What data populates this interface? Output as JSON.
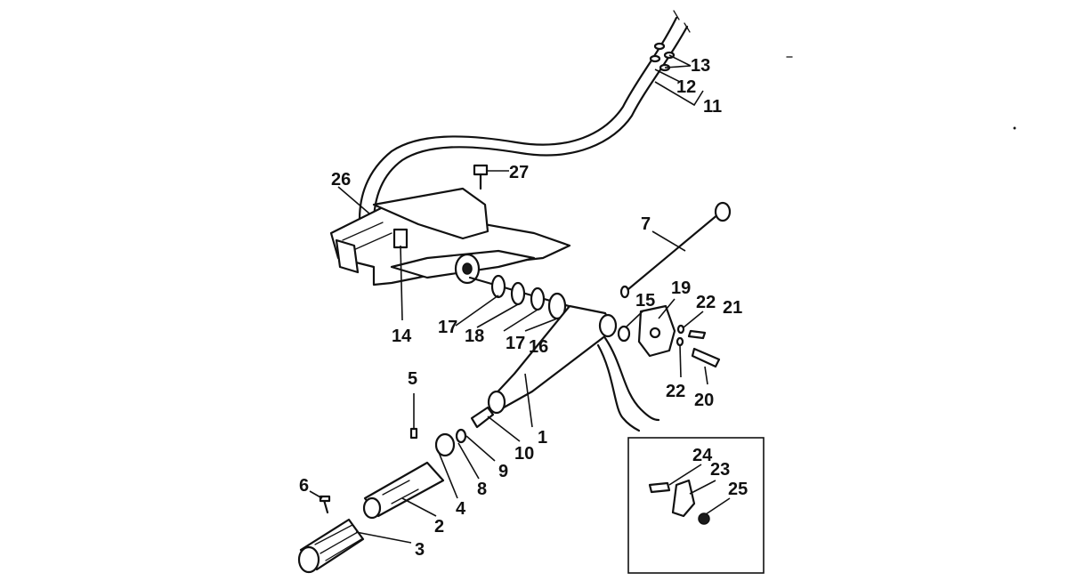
{
  "diagram": {
    "callouts": {
      "c1": "1",
      "c2": "2",
      "c3": "3",
      "c4": "4",
      "c5": "5",
      "c6": "6",
      "c7": "7",
      "c8": "8",
      "c9": "9",
      "c10": "10",
      "c11": "11",
      "c12": "12",
      "c13": "13",
      "c14": "14",
      "c15": "15",
      "c16": "16",
      "c17a": "17",
      "c17b": "17",
      "c18": "18",
      "c19": "19",
      "c20": "20",
      "c21": "21",
      "c22a": "22",
      "c22b": "22",
      "c23": "23",
      "c24": "24",
      "c25": "25",
      "c26": "26",
      "c27": "27"
    }
  }
}
